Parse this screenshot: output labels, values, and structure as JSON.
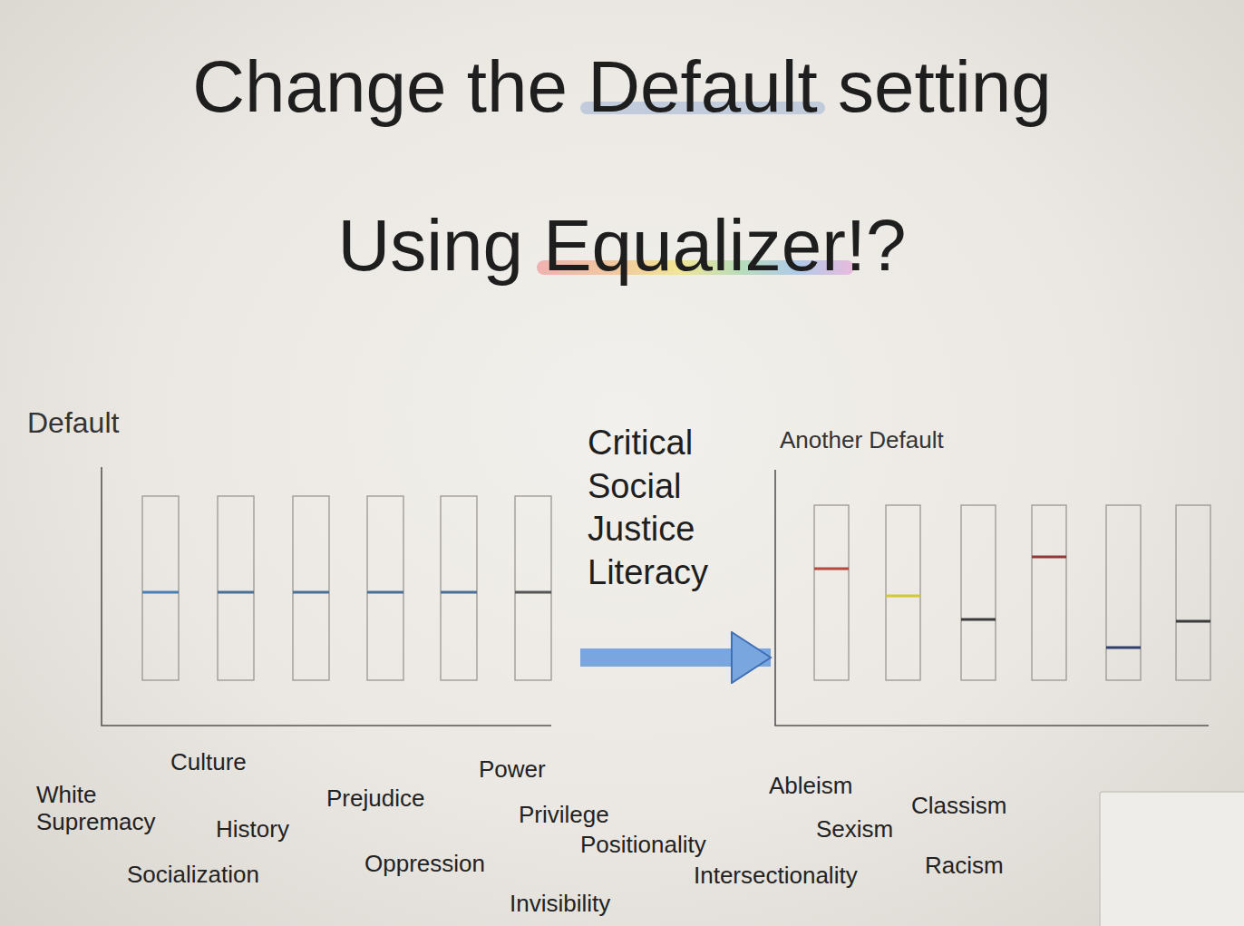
{
  "diagram": {
    "title": "Change the Default setting Using Equalizer!?",
    "nodes": [
      {
        "text": [
          "Default"
        ]
      },
      {
        "text": [
          "Another Default"
        ]
      }
    ],
    "edges": [
      {
        "from": 0,
        "to": 1,
        "arrow": "to",
        "label": "Critical Social Justice Literacy"
      }
    ],
    "labels": [
      "White Supremacy",
      "Culture",
      "History",
      "Socialization",
      "Prejudice",
      "Oppression",
      "Power",
      "Privilege",
      "Positionality",
      "Invisibility",
      "Intersectionality",
      "Ableism",
      "Sexism",
      "Classism",
      "Racism"
    ]
  }
}
